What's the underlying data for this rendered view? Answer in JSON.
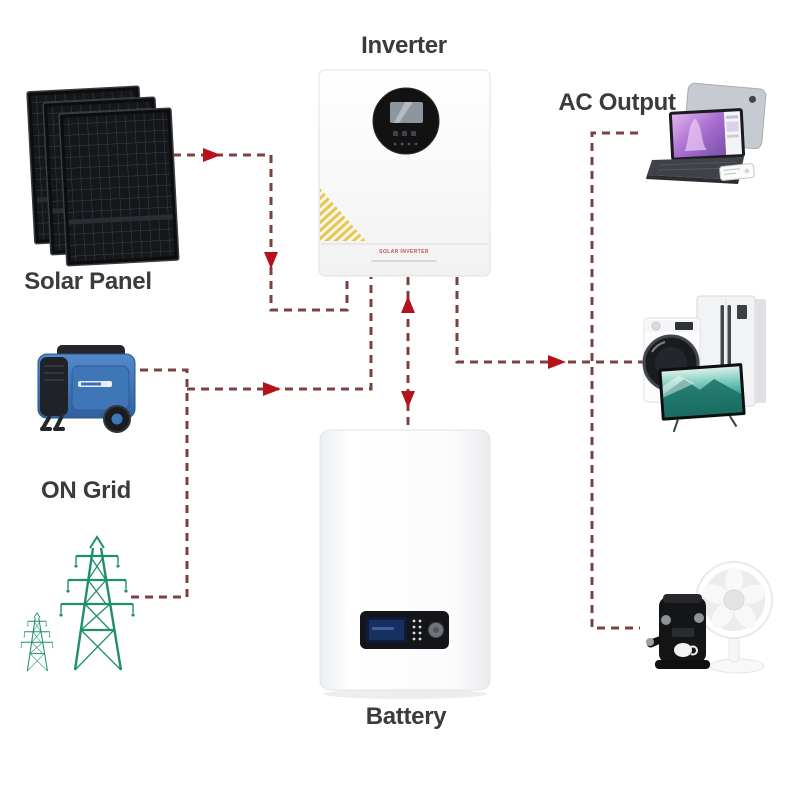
{
  "labels": {
    "inverter": "Inverter",
    "solar_panel": "Solar Panel",
    "ac_output": "AC Output",
    "on_grid": "ON Grid",
    "battery": "Battery"
  },
  "inverter_device": {
    "panel_text": "SOLAR INVERTER"
  },
  "connections": [
    {
      "from": "Solar Panel",
      "to": "Inverter",
      "style": "red-dashed-arrow"
    },
    {
      "from": "ON Grid",
      "to": "Inverter",
      "style": "red-dashed-arrow"
    },
    {
      "from": "Inverter",
      "to": "Battery",
      "style": "red-dashed-arrow",
      "bidirectional": true
    },
    {
      "from": "Inverter",
      "to": "AC Output",
      "style": "red-dashed-arrow"
    }
  ],
  "colors": {
    "connector_line": "#7b4040",
    "arrow": "#b5121b",
    "label_text": "#3b3b3b",
    "inverter_accent_yellow": "#e8c24a",
    "generator_blue": "#3f76b8",
    "tower_green": "#1f8f6b",
    "solar_panel_black": "#0c0d0f"
  }
}
